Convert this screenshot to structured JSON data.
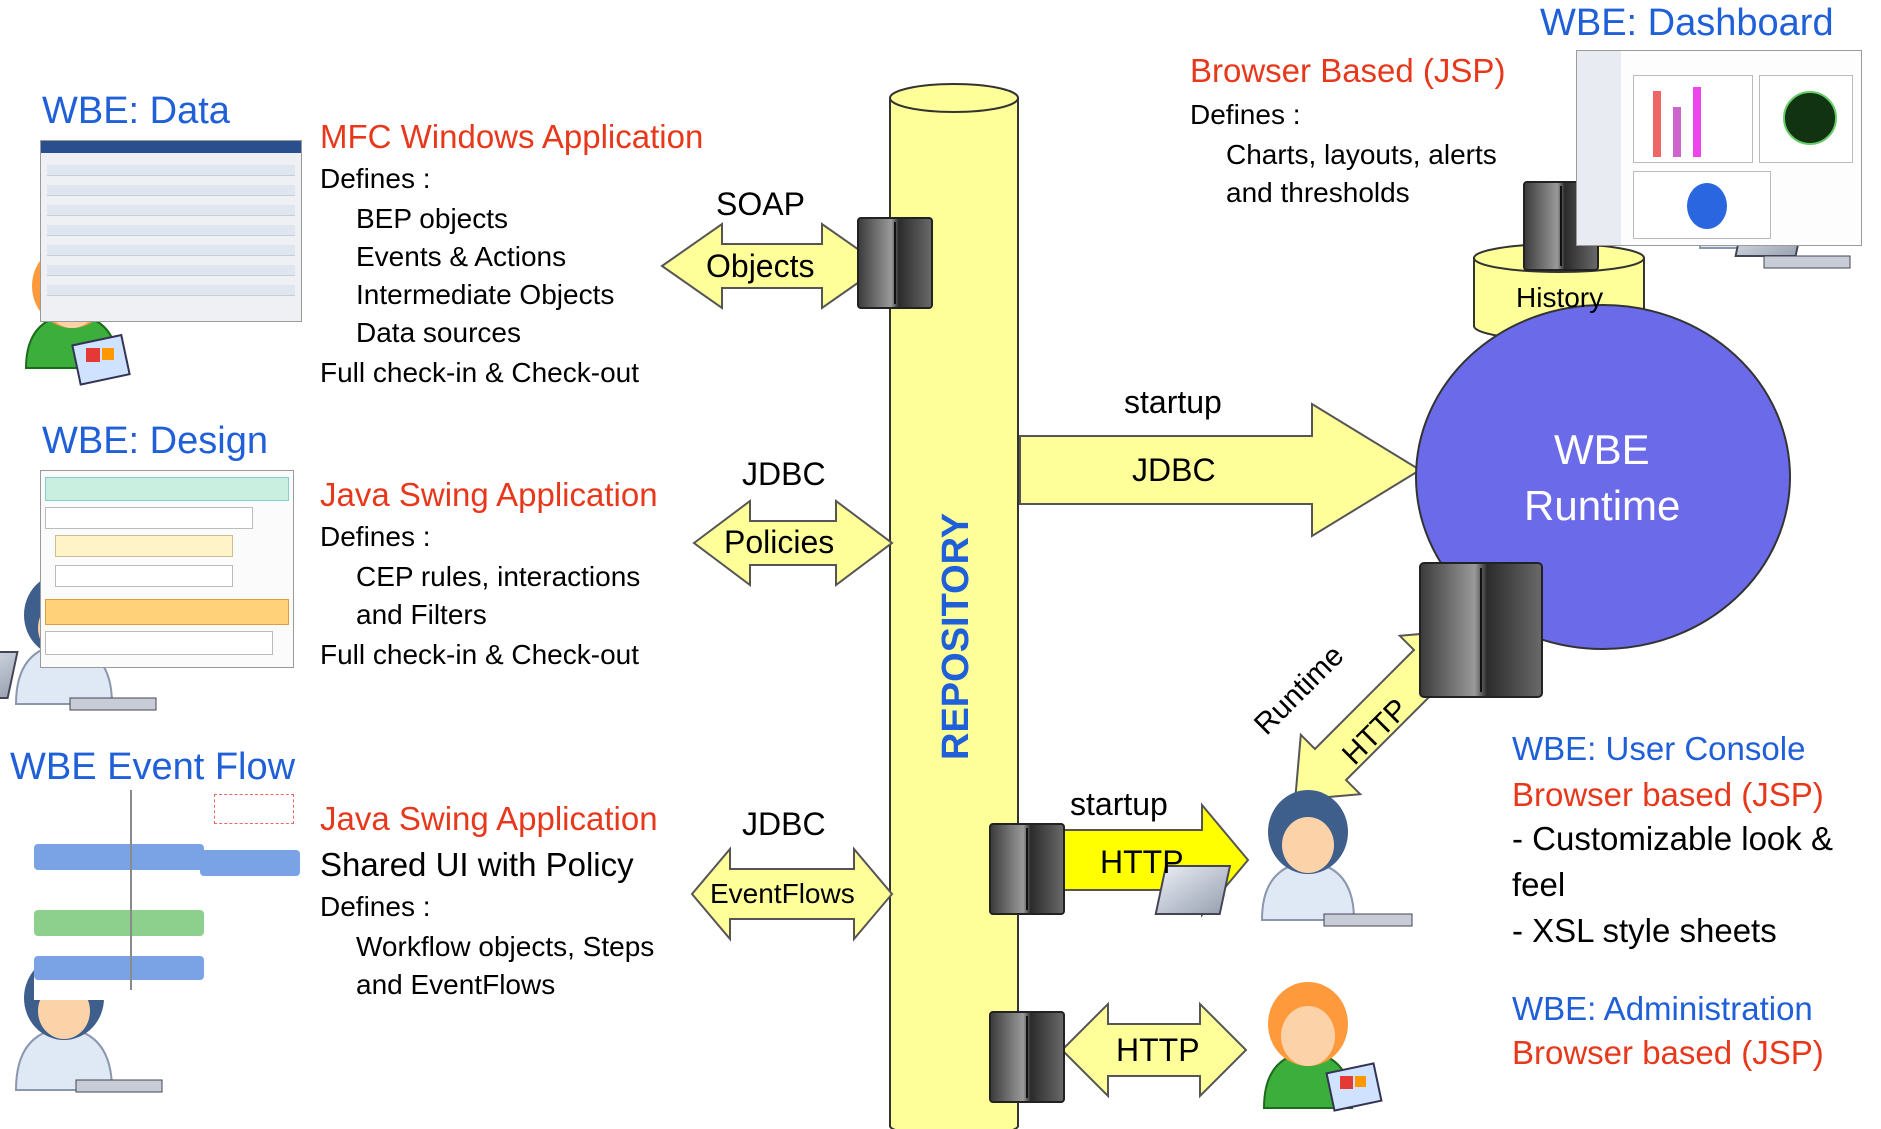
{
  "repository": {
    "label": "REPOSITORY"
  },
  "data_section": {
    "title": "WBE: Data",
    "app_type": "MFC Windows Application",
    "defines": "Defines :",
    "items": [
      "BEP objects",
      "Events & Actions",
      "Intermediate Objects",
      "Data sources"
    ],
    "footer": "Full check-in & Check-out",
    "protocol": "SOAP",
    "arrow_label": "Objects"
  },
  "design_section": {
    "title": "WBE: Design",
    "app_type": "Java Swing Application",
    "defines": "Defines :",
    "items": [
      "CEP rules, interactions",
      "and Filters"
    ],
    "footer": "Full check-in & Check-out",
    "protocol": "JDBC",
    "arrow_label": "Policies"
  },
  "eventflow_section": {
    "title": "WBE Event Flow",
    "app_type": "Java Swing Application",
    "shared": "Shared UI with Policy",
    "defines": "Defines :",
    "items": [
      "Workflow objects, Steps",
      "and EventFlows"
    ],
    "protocol": "JDBC",
    "arrow_label": "EventFlows"
  },
  "dashboard_section": {
    "title": "WBE: Dashboard",
    "app_type": "Browser Based (JSP)",
    "defines": "Defines :",
    "items": [
      "Charts, layouts, alerts",
      "and thresholds"
    ],
    "history": "History"
  },
  "runtime": {
    "label_line1": "WBE",
    "label_line2": "Runtime",
    "startup": "startup",
    "jdbc": "JDBC",
    "runtime_label": "Runtime",
    "http": "HTTP"
  },
  "user_console": {
    "startup": "startup",
    "http": "HTTP",
    "title": "WBE: User Console",
    "app_type": "Browser based (JSP)",
    "items": [
      "- Customizable look &",
      "feel",
      "- XSL style sheets"
    ]
  },
  "administration": {
    "http": "HTTP",
    "title": "WBE: Administration",
    "app_type": "Browser based (JSP)"
  },
  "colors": {
    "accent_blue": "#1f5fd8",
    "accent_red": "#e8381c",
    "repository_yellow": "#ffff99",
    "runtime_blue": "#6b6bea"
  }
}
